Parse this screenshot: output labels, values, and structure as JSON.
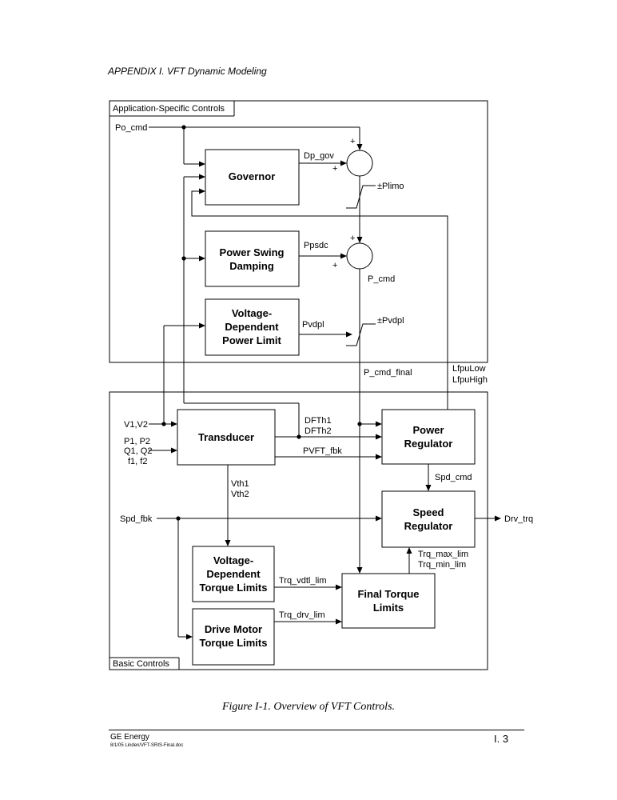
{
  "header": "APPENDIX I.  VFT Dynamic Modeling",
  "groups": {
    "application": "Application-Specific  Controls",
    "basic": "Basic Controls"
  },
  "blocks": {
    "governor": [
      "Governor"
    ],
    "power_swing": [
      "Power Swing",
      "Damping"
    ],
    "voltage_power_limit": [
      "Voltage-",
      "Dependent",
      "Power Limit"
    ],
    "transducer": [
      "Transducer"
    ],
    "power_regulator": [
      "Power",
      "Regulator"
    ],
    "speed_regulator": [
      "Speed",
      "Regulator"
    ],
    "voltage_torque_limits": [
      "Voltage-",
      "Dependent",
      "Torque Limits"
    ],
    "drive_motor_limits": [
      "Drive Motor",
      "Torque Limits"
    ],
    "final_torque": [
      "Final Torque",
      "Limits"
    ]
  },
  "signals": {
    "po_cmd": "Po_cmd",
    "dp_gov": "Dp_gov",
    "plimo": "±Plimo",
    "ppsdc": "Ppsdc",
    "p_cmd": "P_cmd",
    "pvdpl_in": "Pvdpl",
    "pvdpl_lim": "±Pvdpl",
    "p_cmd_final": "P_cmd_final",
    "lfpu_low": "LfpuLow",
    "lfpu_high": "LfpuHigh",
    "v1v2": "V1,V2",
    "p1p2": "P1, P2",
    "q1q2": "Q1, Q2",
    "f1f2": "f1, f2",
    "dfth1": "DFTh1",
    "dfth2": "DFTh2",
    "pvft_fbk": "PVFT_fbk",
    "vth1": "Vth1",
    "vth2": "Vth2",
    "spd_cmd": "Spd_cmd",
    "spd_fbk": "Spd_fbk",
    "drv_trq": "Drv_trq",
    "trq_max_lim": "Trq_max_lim",
    "trq_min_lim": "Trq_min_lim",
    "trq_vdtl_lim": "Trq_vdtl_lim",
    "trq_drv_lim": "Trq_drv_lim"
  },
  "signs": {
    "sum1_top": "+",
    "sum1_left": "+",
    "sum2_top": "+",
    "sum2_left": "+"
  },
  "caption": "Figure I-1.  Overview of VFT Controls.",
  "footer": {
    "company": "GE Energy",
    "doc": "8/1/05 Linden/VFT-SRIS-Final.doc",
    "page": "I.  3"
  }
}
